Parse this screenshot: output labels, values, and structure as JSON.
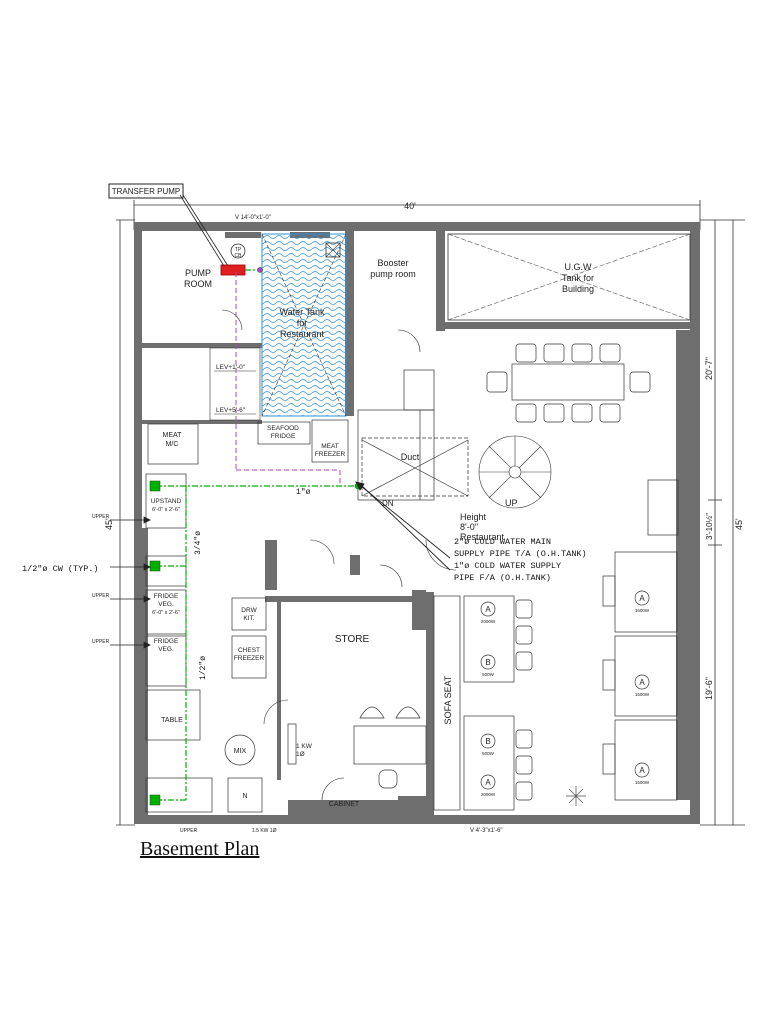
{
  "drawing": {
    "title": "Basement Plan",
    "dim_top": "40'",
    "dim_top_small": "V 14'-0\"x1'-0\"",
    "dim_bottom_small": "V 4'-3\"x1'-6\"",
    "dim_right_top": "20'-7\"",
    "dim_right_mid": "3'-10½\"",
    "dim_right_bottom": "19'-6\"",
    "dim_right_total": "45'",
    "dim_left": "45'"
  },
  "rooms": {
    "pump_room": [
      "PUMP",
      "ROOM"
    ],
    "water_tank": [
      "Water Tank",
      "for",
      "Restaurant"
    ],
    "booster": [
      "Booster",
      "pump room"
    ],
    "ugw_tank": [
      "U.G.W",
      "Tank for",
      "Building"
    ],
    "meat_mc": [
      "MEAT",
      "M/C"
    ],
    "seafood_fridge": [
      "SEAFOOD",
      "FRIDGE"
    ],
    "meat_freezer": [
      "MEAT",
      "FREEZER"
    ],
    "duct": "Duct",
    "upstand": [
      "UPSTAND",
      "6'-0\" x 2'-6\""
    ],
    "fridge_veg1": [
      "FRIDGE",
      "VEG.",
      "6'-0\" x 2'-6\""
    ],
    "fridge_veg2": [
      "FRIDGE",
      "VEG."
    ],
    "table": "TABLE",
    "mix": "MIX",
    "n_box": "N",
    "drw_kit": [
      "DRW",
      "KIT."
    ],
    "chest_freezer": [
      "CHEST",
      "FREEZER"
    ],
    "store": "STORE",
    "cabinet": "CABINET",
    "sofa_seat": "SOFA SEAT",
    "height": [
      "Height",
      "8'-0\"",
      "Restaurant"
    ],
    "stair_up": "UP",
    "stair_dn": "DN",
    "heater": [
      "1 KW",
      "1Ø"
    ]
  },
  "annotations": {
    "transfer_pump": "TRANSFER PUMP",
    "lev1": "LEV+1'-0\"",
    "lev2": "LEV+5'-6\"",
    "pipe_1": "1\"ø",
    "pipe_34": "3/4\"ø",
    "pipe_12": "1/2\"ø",
    "cw_typ": "1/2\"ø CW (TYP.)",
    "note_main_1": "2\"ø COLD WATER MAIN",
    "note_main_2": "SUPPLY PIPE T/A (O.H.TANK)",
    "note_supply_1": "1\"ø COLD WATER SUPPLY",
    "note_supply_2": "PIPE  F/A (O.H.TANK)",
    "upper": "UPPER",
    "kw_bottom": "1.5 KW 1Ø",
    "tp": "TP",
    "cb": "CB"
  },
  "appliances": [
    {
      "letter": "A",
      "rating": "2000W"
    },
    {
      "letter": "B",
      "rating": "500W"
    },
    {
      "letter": "B",
      "rating": "500W"
    },
    {
      "letter": "A",
      "rating": "2000W"
    },
    {
      "letter": "A",
      "rating": "1600W"
    },
    {
      "letter": "A",
      "rating": "1600W"
    },
    {
      "letter": "A",
      "rating": "1600W"
    }
  ],
  "colors": {
    "wall": "#6e6e6e",
    "line": "#333333",
    "water": "#2f8fd6",
    "cold_pipe": "#00b000",
    "drain_pipe": "#b040d0",
    "pump": "#e02020"
  }
}
